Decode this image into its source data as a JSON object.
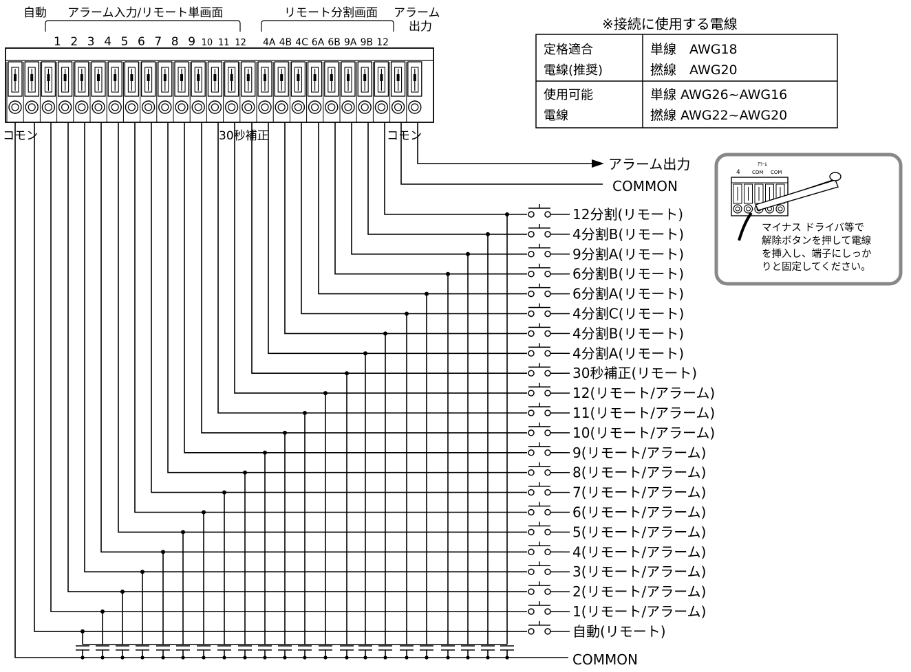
{
  "top_labels": {
    "auto": "自動",
    "alarm_input_single": "アラーム入力/リモート単画面",
    "remote_split": "リモート分割画面",
    "alarm_output": "アラーム",
    "alarm_output_2": "出力"
  },
  "terminal_numbers": [
    "1",
    "2",
    "3",
    "4",
    "5",
    "6",
    "7",
    "8",
    "9",
    "10",
    "11",
    "12"
  ],
  "split_codes": [
    "4A",
    "4B",
    "4C",
    "6A",
    "6B",
    "9A",
    "9B",
    "12"
  ],
  "bottom_labels": {
    "common_left": "コモン",
    "thirty_sec": "30秒補正",
    "common_right": "コモン"
  },
  "table": {
    "title": "※接続に使用する電線",
    "rows": [
      {
        "left1": "定格適合",
        "left2": "電線(推奨)",
        "right1": "単線　AWG18",
        "right2": "撚線　AWG20"
      },
      {
        "left1": "使用可能",
        "left2": "電線",
        "right1": "単線 AWG26~AWG16",
        "right2": "撚線 AWG22~AWG20"
      }
    ]
  },
  "outputs": {
    "alarm_out": "アラーム出力",
    "common": "COMMON"
  },
  "switches": [
    "12分割(リモート)",
    "4分割B(リモート)",
    "9分割A(リモート)",
    "6分割B(リモート)",
    "6分割A(リモート)",
    "4分割C(リモート)",
    "4分割B(リモート)",
    "4分割A(リモート)",
    "30秒補正(リモート)",
    "12(リモート/アラーム)",
    "11(リモート/アラーム)",
    "10(リモート/アラーム)",
    "9(リモート/アラーム)",
    "8(リモート/アラーム)",
    "7(リモート/アラーム)",
    "6(リモート/アラーム)",
    "5(リモート/アラーム)",
    "4(リモート/アラーム)",
    "3(リモート/アラーム)",
    "2(リモート/アラーム)",
    "1(リモート/アラーム)",
    "自動(リモート)"
  ],
  "bottom_common": "COMMON",
  "inset": {
    "head_1": "ｱﾗｰﾑ",
    "head_2": "4",
    "head_3": "COM",
    "head_4": "COM",
    "note": [
      "マイナス ドライバ等で",
      "解除ボタンを押して電線",
      "を挿入し、端子にしっか",
      "りと固定してください。"
    ]
  }
}
